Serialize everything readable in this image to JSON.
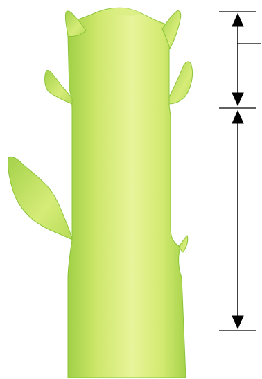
{
  "figure": {
    "subject": "plant-stem",
    "colors": {
      "stem_light": "#eaf59a",
      "stem_mid": "#c9e561",
      "stem_dark": "#8cc43a",
      "outline": "#7fb832",
      "arrow": "#000000"
    },
    "parts": {
      "stem_tip": "stem-tip",
      "upper_buds": [
        "bud-upper-left",
        "bud-upper-right"
      ],
      "middle_buds": [
        "bud-middle-left",
        "bud-middle-right"
      ],
      "lower_left_leaf": "leaf-lower-left",
      "lower_right_stub": "bud-lower-right"
    },
    "measurement_arrows": [
      "upper-segment-arrow",
      "lower-segment-arrow"
    ]
  }
}
